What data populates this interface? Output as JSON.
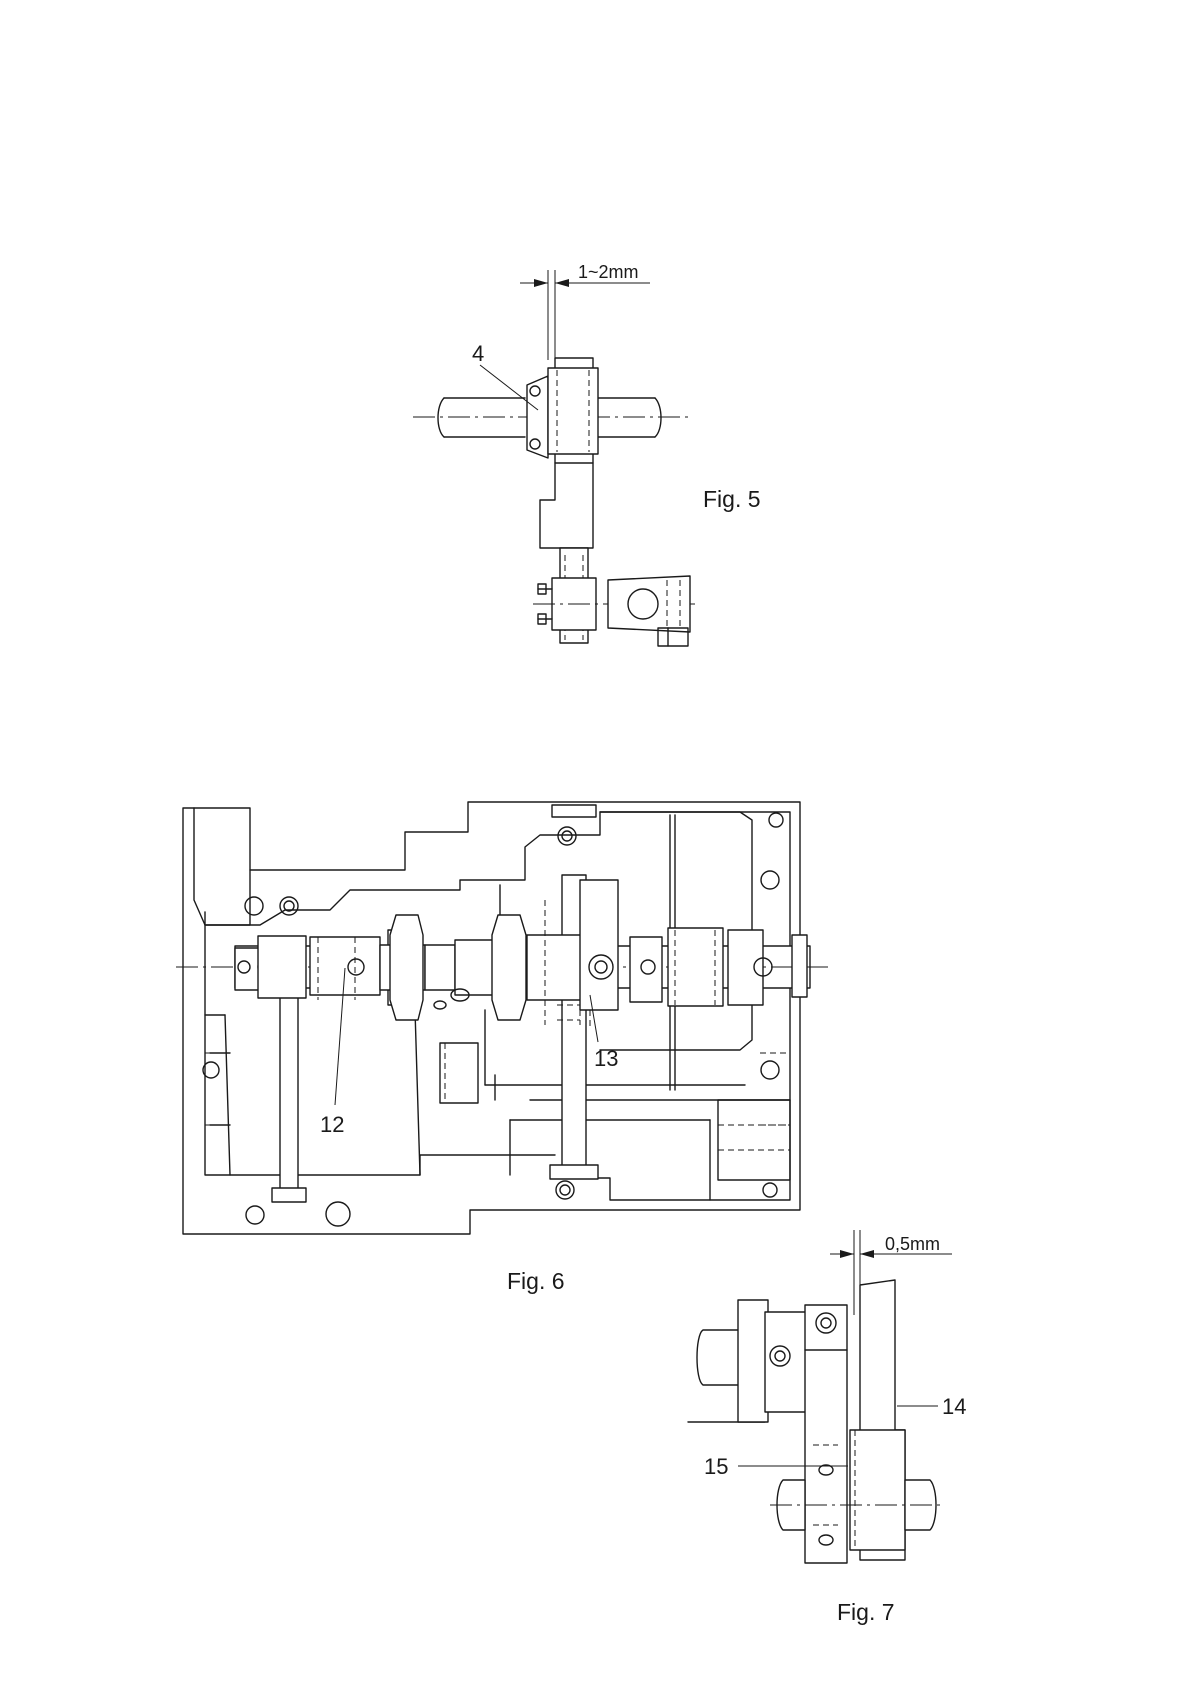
{
  "figures": [
    {
      "caption": "Fig. 5",
      "callouts": [
        "4"
      ],
      "dimension": "1~2mm"
    },
    {
      "caption": "Fig. 6",
      "callouts": [
        "12",
        "13"
      ]
    },
    {
      "caption": "Fig. 7",
      "callouts": [
        "14",
        "15"
      ],
      "dimension": "0,5mm"
    }
  ]
}
